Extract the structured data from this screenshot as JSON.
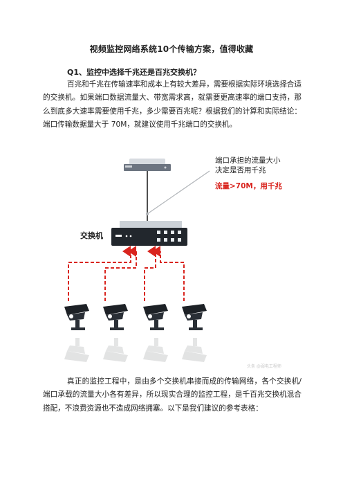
{
  "title": "视频监控网络系统10个传输方案，值得收藏",
  "question": "Q1、监控中选择千兆还是百兆交换机？",
  "para1": "百兆和千兆在传输速率和成本上有较大差异，需要根据实际环境选择合适的交换机。如果端口数据流量大、带宽需求高，就需要更高速率的端口支持，那么到底多大速率需要使用千兆，多少需要百兆呢？根据我们的计算和实际结论：端口传输数据量大于 70M，就建议使用千兆端口的交换机。",
  "figure": {
    "note_line1": "端口承担的流量大小",
    "note_line2": "决定是否用千兆",
    "note_red": "流量>70M，用千兆",
    "switch_label": "交换机",
    "watermark": "头条 @弱电工程师"
  },
  "para2": "真正的监控工程中，是由多个交换机串接而成的传输网络，各个交换机/端口承载的流量大小各有差异，所以现实合理的监控工程，是千百兆交换机混合搭配，不浪费资源也不造成网络拥塞。以下是我们建议的参考表格：",
  "colors": {
    "accent_red": "#d9241e",
    "dark": "#2a2f36"
  }
}
